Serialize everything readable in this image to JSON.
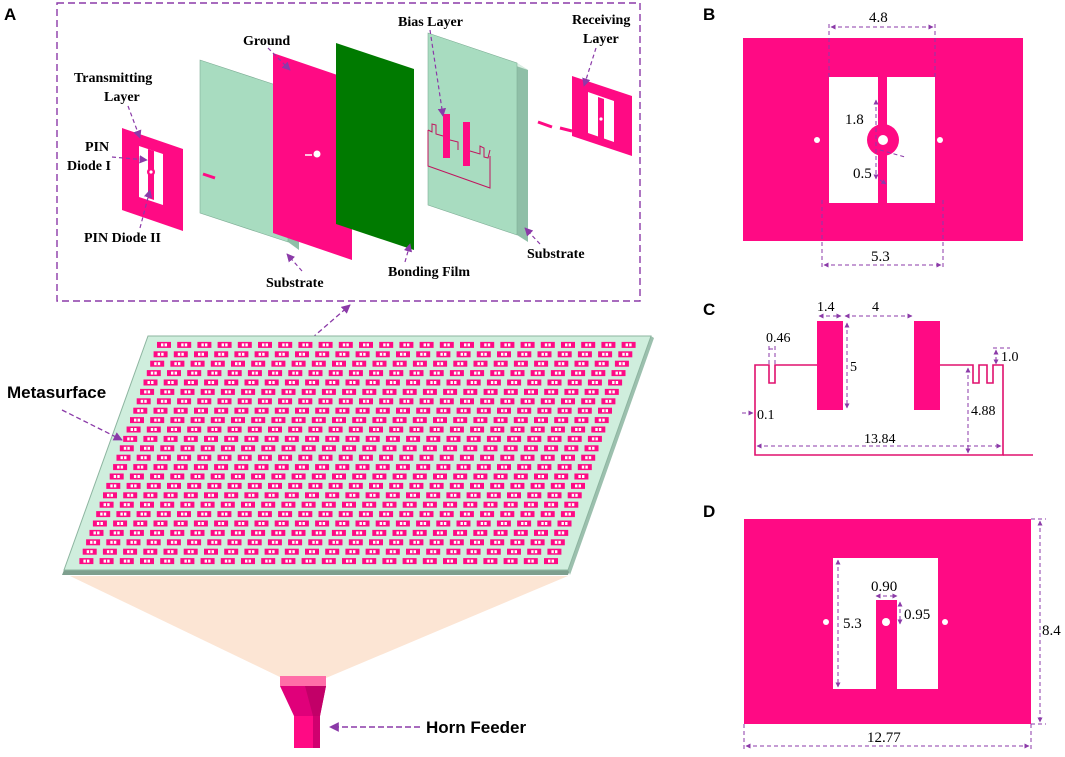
{
  "colors": {
    "magenta": "#ff0a84",
    "dark_green": "#007a00",
    "light_green": "#a8dcc0",
    "substrate_side": "#8fbfa7",
    "dash_purple": "#8b3aa8",
    "beam": "#fce5d4",
    "horn_top": "#ff6ea8",
    "horn_body": "#e0007a"
  },
  "panel_labels": {
    "a": "A",
    "b": "B",
    "c": "C",
    "d": "D"
  },
  "panel_a": {
    "layers": {
      "ground": "Ground",
      "bias": "Bias Layer",
      "receiving_line1": "Receiving",
      "receiving_line2": "Layer",
      "transmitting_line1": "Transmitting",
      "transmitting_line2": "Layer",
      "pin1_line1": "PIN",
      "pin1_line2": "Diode I",
      "pin2": "PIN Diode II",
      "substrate_left": "Substrate",
      "substrate_right": "Substrate",
      "bonding": "Bonding Film"
    },
    "metasurface": "Metasurface",
    "horn": "Horn Feeder",
    "array": {
      "rows": 24,
      "cols": 24
    }
  },
  "panel_b": {
    "d1": "4.8",
    "d2": "1.8",
    "d3": "0.5",
    "d4": "5.3"
  },
  "panel_c": {
    "d1": "1.4",
    "d2": "4",
    "d3": "0.46",
    "d4": "5",
    "d5": "1.0",
    "d6": "0.1",
    "d7": "4.88",
    "d8": "13.84"
  },
  "panel_d": {
    "d1": "0.90",
    "d2": "0.95",
    "d3": "5.3",
    "d4": "8.4",
    "d5": "12.77"
  }
}
